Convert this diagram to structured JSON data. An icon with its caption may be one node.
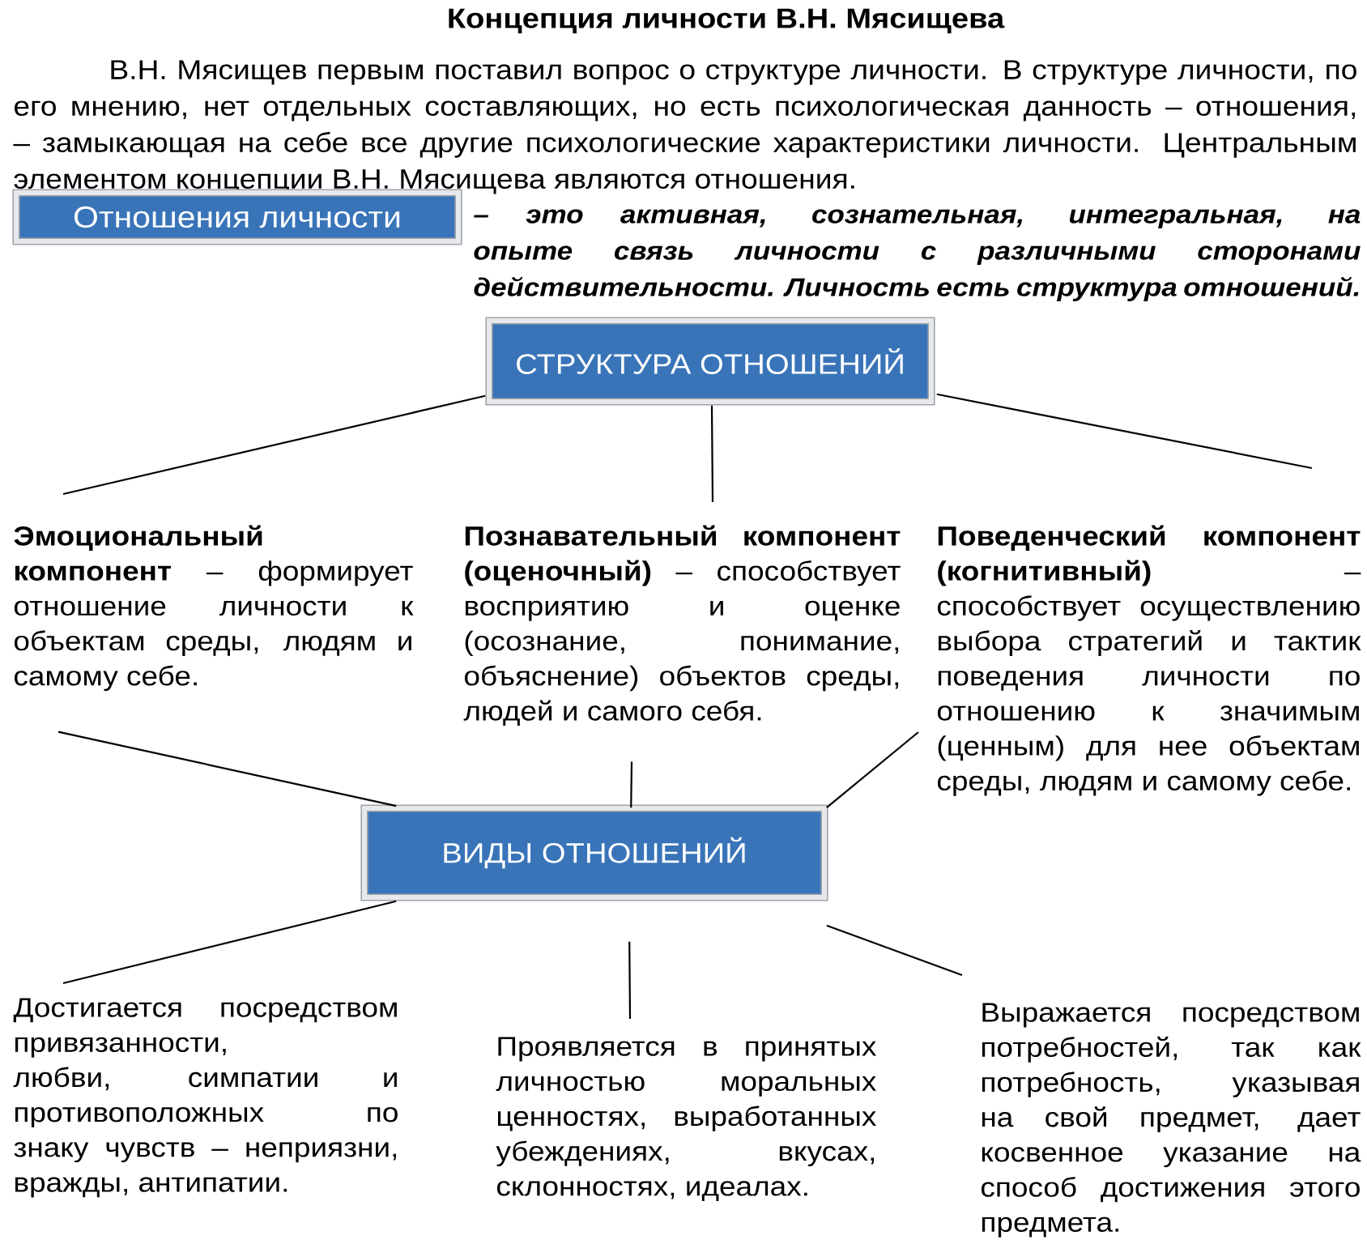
{
  "diagram": {
    "title": "Концепция личности В.Н. Мясищева",
    "nodes": [
      {
        "text": [
          "Отношения личности"
        ],
        "beside": [
          "– это активная, сознательная, интегральная, на опыте связь личности с различными сторонами действительности. Личность есть структура отношений."
        ]
      },
      {
        "text": [
          "СТРУКТУРА ОТНОШЕНИЙ"
        ]
      },
      {
        "text": [
          "**Эмоциональный компонент** – формирует отношение личности к объектам среды, людям и самому себе."
        ]
      },
      {
        "text": [
          "**Познавательный компонент (оценочный)** – способствует восприятию и оценке (осознание, понимание, объяснение) объектов среды, людей и самого себя."
        ]
      },
      {
        "text": [
          "**Поведенческий компонент (когнитивный)** – способствует осуществлению выбора стратегий и тактик поведения личности по отношению к значимым (ценным) для нее объектам среды, людям и самому себе."
        ]
      },
      {
        "text": [
          "ВИДЫ ОТНОШЕНИЙ"
        ]
      },
      {
        "text": [
          "Достигается посредством привязанности, любви, симпатии и противоположных по знаку чувств – неприязни, вражды, антипатии."
        ]
      },
      {
        "text": [
          "Проявляется в принятых личностью моральных ценностях, выработанных убеждениях, вкусах, склонностях, идеалах."
        ]
      },
      {
        "text": [
          "Выражается посредством потребностей, так как потребность, указывая на свой предмет, дает косвенное указание на способ достижения этого предмета."
        ]
      }
    ],
    "edges": [
      {
        "from": 1,
        "to": 2,
        "arrow": "none"
      },
      {
        "from": 1,
        "to": 3,
        "arrow": "none"
      },
      {
        "from": 1,
        "to": 4,
        "arrow": "none"
      },
      {
        "from": 2,
        "to": 5,
        "arrow": "none"
      },
      {
        "from": 3,
        "to": 5,
        "arrow": "none"
      },
      {
        "from": 4,
        "to": 5,
        "arrow": "none"
      },
      {
        "from": 5,
        "to": 6,
        "arrow": "none"
      },
      {
        "from": 5,
        "to": 7,
        "arrow": "none"
      },
      {
        "from": 5,
        "to": 8,
        "arrow": "none"
      }
    ],
    "labels": [
      "В.Н. Мясищев первым поставил вопрос о структуре личности. В структуре личности, по его мнению, нет отдельных составляющих, но есть психологическая данность – отношения, – замыкающая на себе все другие психологические характеристики личности. Центральным элементом концепции В.Н. Мясищева являются отношения."
    ]
  }
}
